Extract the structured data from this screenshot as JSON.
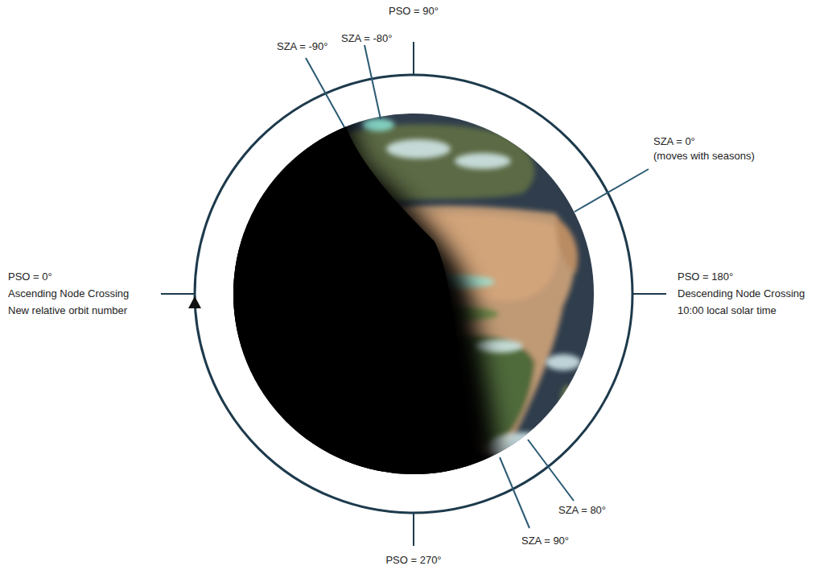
{
  "diagram": {
    "labels": [
      "PSO = 90°",
      "SZA = -80°",
      "SZA = -90°",
      "SZA = 0°",
      "(moves with seasons)",
      "PSO = 0°",
      "Ascending Node Crossing",
      "New relative orbit number",
      "PSO = 180°",
      "Descending Node Crossing",
      "10:00 local solar time",
      "SZA = 80°",
      "SZA = 90°",
      "PSO = 270°"
    ]
  }
}
